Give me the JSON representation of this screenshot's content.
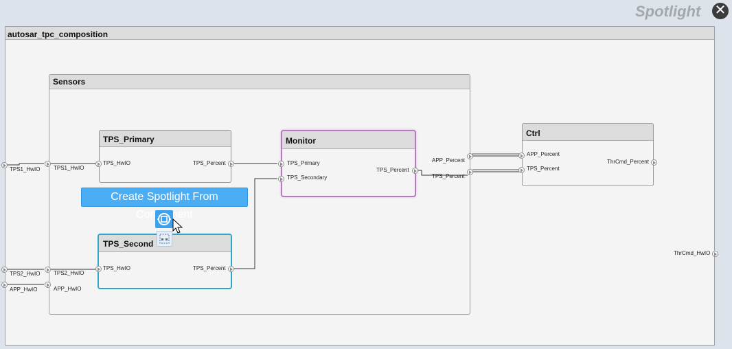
{
  "spotlight": {
    "title": "Spotlight"
  },
  "canvas": {
    "title": "autosar_tpc_composition"
  },
  "sensors": {
    "title": "Sensors"
  },
  "blocks": {
    "tps_primary": {
      "title": "TPS_Primary",
      "in_port": "TPS_HwIO",
      "out_port": "TPS_Percent"
    },
    "tps_secondary": {
      "title": "TPS_Second",
      "in_port": "TPS_HwIO",
      "out_port": "TPS_Percent"
    },
    "monitor": {
      "title": "Monitor",
      "in_port_1": "TPS_Primary",
      "in_port_2": "TPS_Secondary",
      "out_port": "TPS_Percent"
    },
    "ctrl": {
      "title": "Ctrl",
      "in_port_1": "APP_Percent",
      "in_port_2": "TPS_Percent",
      "out_port": "ThrCmd_Percent"
    }
  },
  "sensor_ports": {
    "in_1": "TPS1_HwIO",
    "in_2": "TPS2_HwIO",
    "in_3": "APP_HwIO",
    "out_1": "APP_Percent",
    "out_2": "TPS_Percent"
  },
  "root_ports": {
    "in_1": "TPS1_HwIO",
    "in_2": "TPS2_HwIO",
    "in_3": "APP_HwIO",
    "out_1": "ThrCmd_HwIO"
  },
  "tooltip": {
    "text": "Create Spotlight From Component"
  },
  "colors": {
    "highlight_teal": "#2fa6c9",
    "highlight_purple": "#b57cc0",
    "tooltip_blue": "#4baef5"
  }
}
